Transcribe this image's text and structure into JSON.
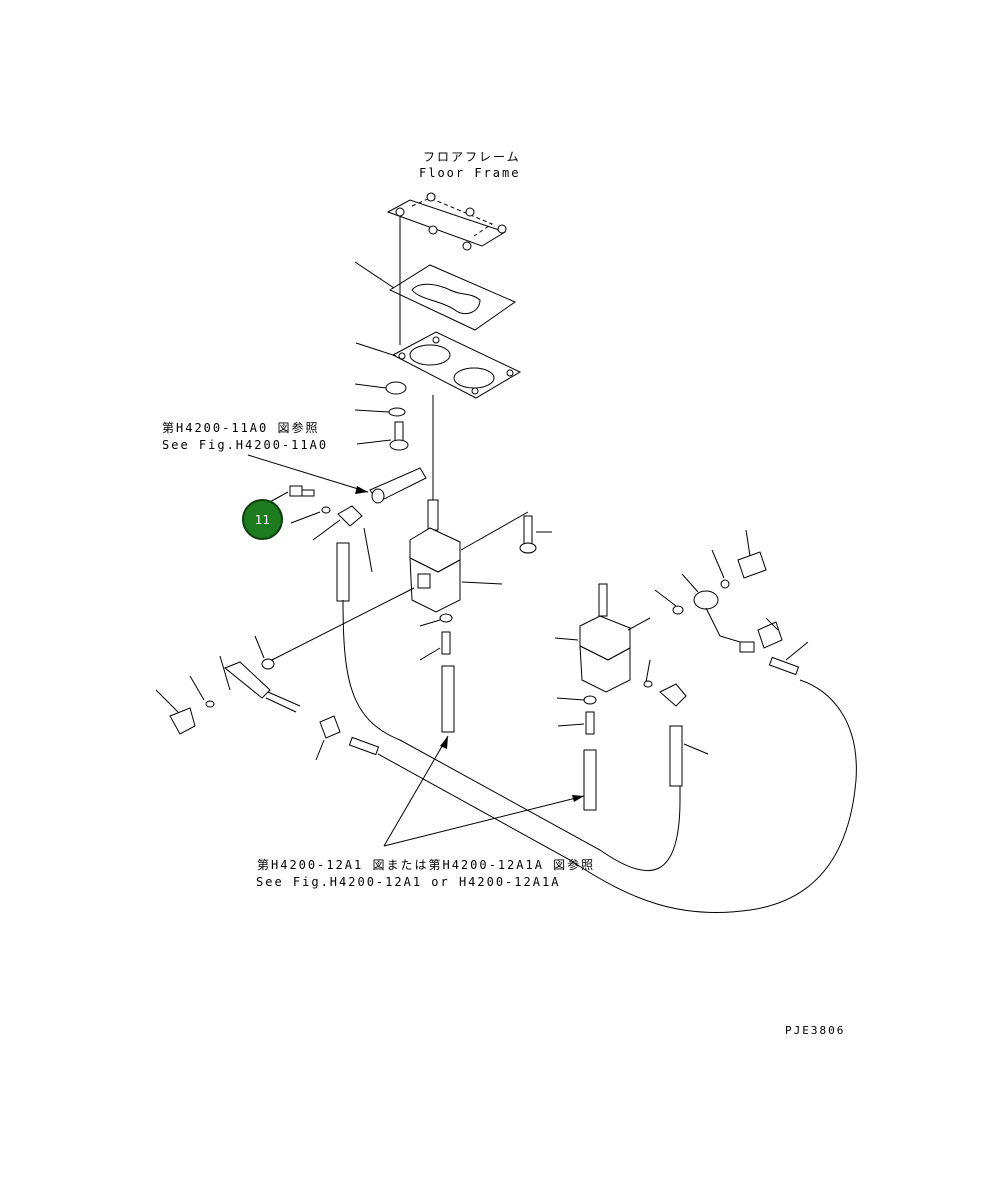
{
  "labels": {
    "floor_frame_jp": "フロアフレーム",
    "floor_frame_en": "Floor Frame",
    "ref1_jp": "第H4200-11A0 図参照",
    "ref1_en": "See Fig.H4200-11A0",
    "ref2_jp": "第H4200-12A1 図または第H4200-12A1A 図参照",
    "ref2_en": "See Fig.H4200-12A1 or H4200-12A1A",
    "drawing_code": "PJE3806"
  },
  "callout": {
    "number": "11",
    "color": "#1e7a1e"
  },
  "colors": {
    "line": "#000000",
    "background": "#ffffff"
  }
}
